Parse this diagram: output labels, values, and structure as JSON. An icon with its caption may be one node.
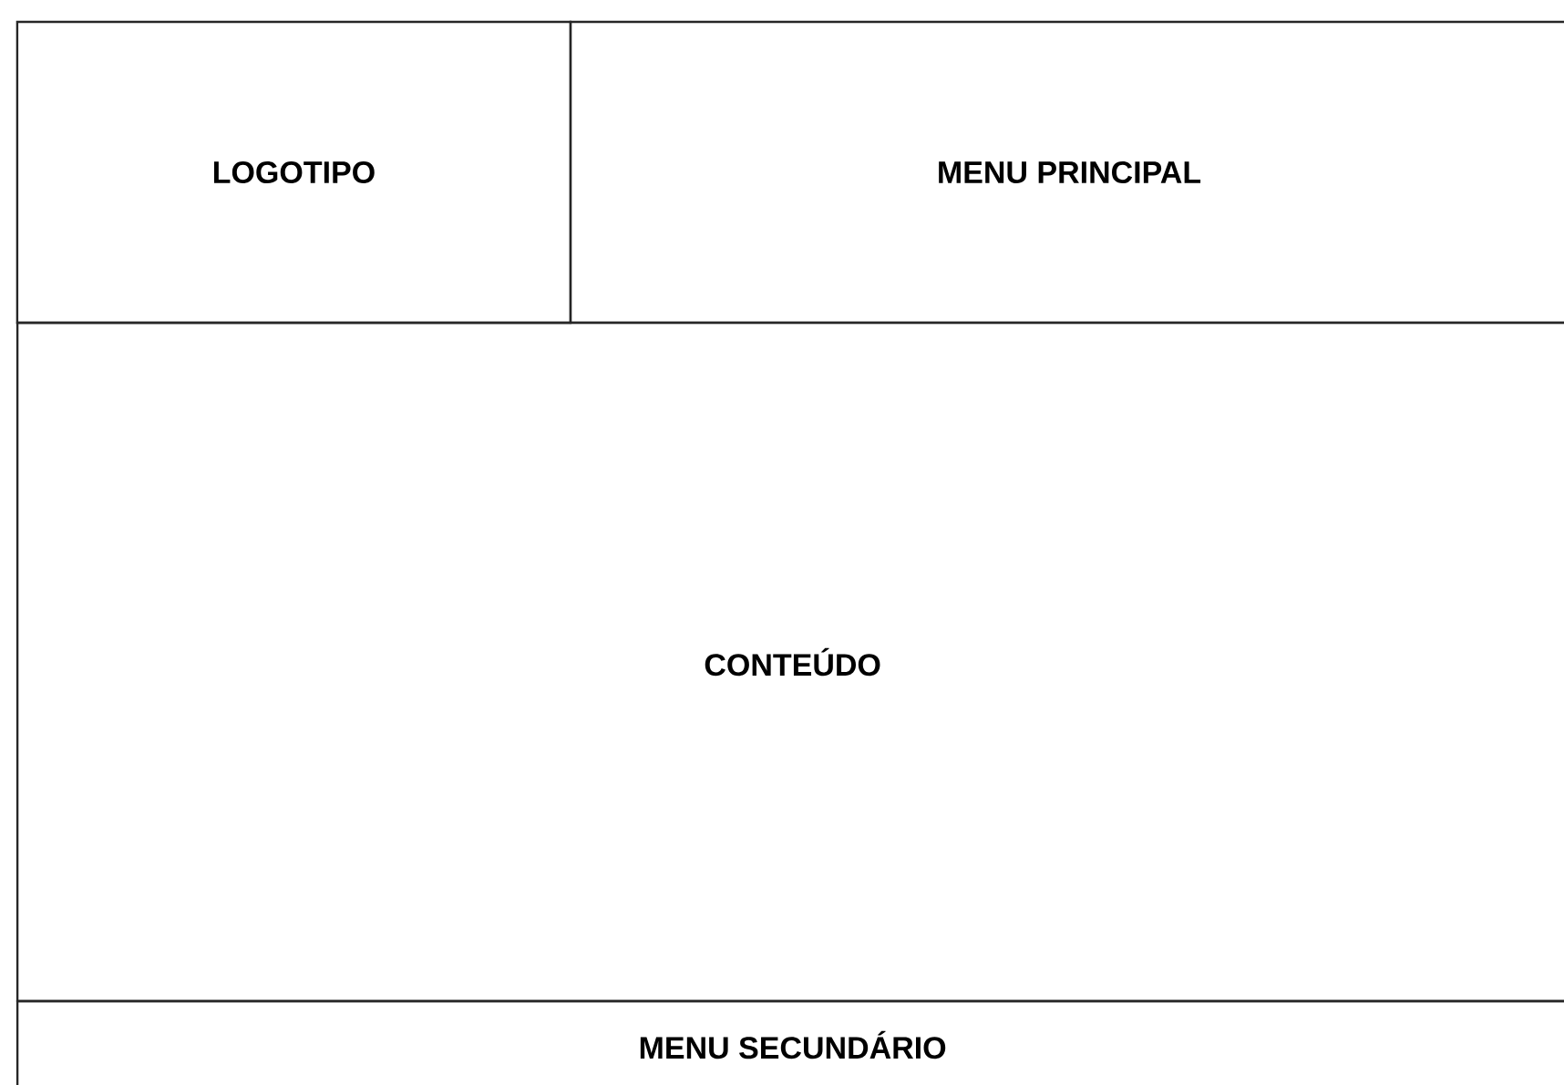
{
  "diagram": {
    "nodes": [
      {
        "text": [
          "LOGOTIPO"
        ]
      },
      {
        "text": [
          "MENU PRINCIPAL"
        ]
      },
      {
        "text": [
          "CONTEÚDO"
        ]
      },
      {
        "text": [
          "MENU SECUNDÁRIO"
        ]
      }
    ]
  }
}
